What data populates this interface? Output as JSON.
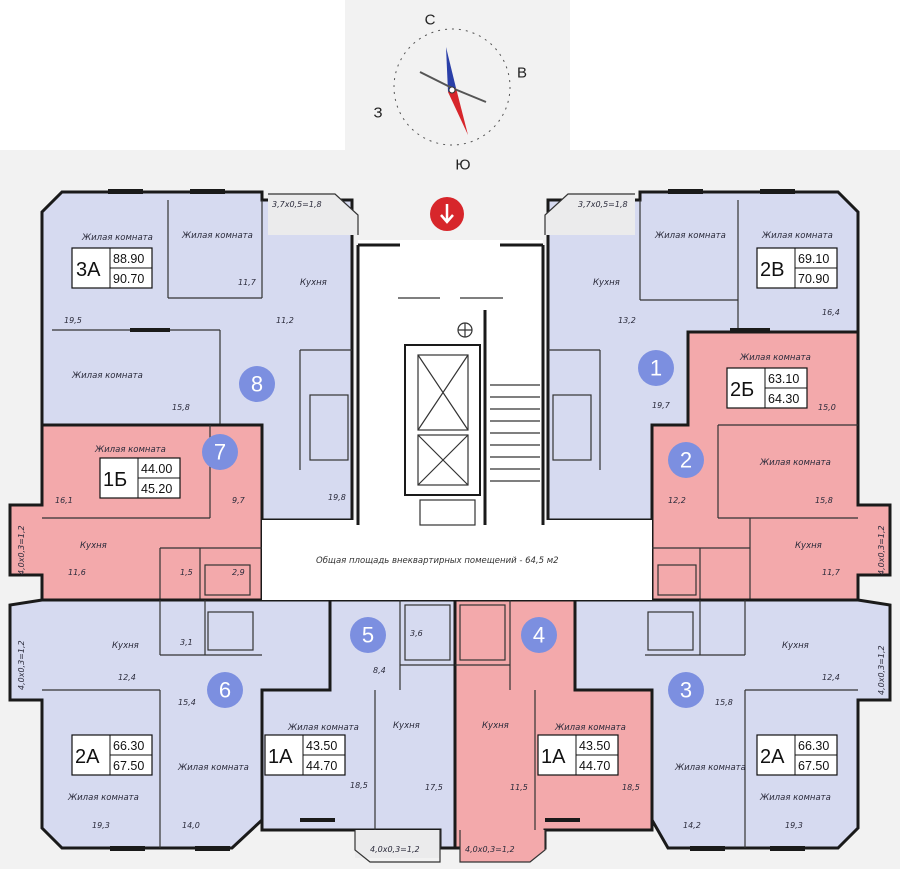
{
  "compass": {
    "north": "С",
    "east": "В",
    "south": "Ю",
    "west": "З"
  },
  "labels": {
    "living_room": "Жилая комната",
    "kitchen": "Кухня",
    "total_area_note": "Общая площадь внеквартирных помещений - 64,5 м2"
  },
  "colors": {
    "standard_unit": "#d6daf0",
    "highlighted_unit": "#f3a9ab",
    "marker": "#7c8fe0",
    "entrance": "#d7262b"
  },
  "units": [
    {
      "num": "1",
      "code": "2В",
      "area_main": "69.10",
      "area_total": "70.90",
      "highlighted": false
    },
    {
      "num": "2",
      "code": "2Б",
      "area_main": "63.10",
      "area_total": "64.30",
      "highlighted": true
    },
    {
      "num": "3",
      "code": "2А",
      "area_main": "66.30",
      "area_total": "67.50",
      "highlighted": false
    },
    {
      "num": "4",
      "code": "1А",
      "area_main": "43.50",
      "area_total": "44.70",
      "highlighted": true
    },
    {
      "num": "5",
      "code": "1А",
      "area_main": "43.50",
      "area_total": "44.70",
      "highlighted": false
    },
    {
      "num": "6",
      "code": "2А",
      "area_main": "66.30",
      "area_total": "67.50",
      "highlighted": false
    },
    {
      "num": "7",
      "code": "1Б",
      "area_main": "44.00",
      "area_total": "45.20",
      "highlighted": true
    },
    {
      "num": "8",
      "code": "3А",
      "area_main": "88.90",
      "area_total": "90.70",
      "highlighted": false
    }
  ],
  "room_areas": [
    "19,5",
    "15,8",
    "11,7",
    "11,2",
    "19,8",
    "16,1",
    "9,7",
    "11,6",
    "12,4",
    "15,4",
    "19,3",
    "14,0",
    "18,5",
    "17,5",
    "8,4",
    "3,6",
    "1,5",
    "3,1",
    "2,9",
    "16,4",
    "13,2",
    "19,7",
    "15,0",
    "12,2",
    "15,8",
    "11,7",
    "14,2",
    "19,3",
    "11,5",
    "18,5",
    "15,8",
    "12,4"
  ],
  "balconies": [
    "3,7х0,5=1,8",
    "3,7х0,5=1,8",
    "4,0х0,3=1,2",
    "4,0х0,3=1,2",
    "4,0х0,3=1,2",
    "4,0х0,3=1,2",
    "4,0х0,3=1,2",
    "4,0х0,3=1,2"
  ]
}
